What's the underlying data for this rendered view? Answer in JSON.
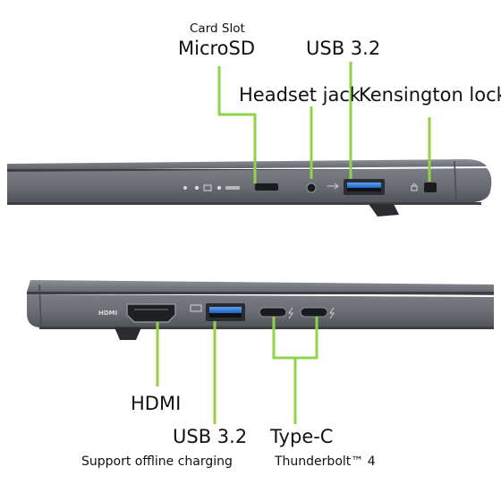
{
  "top_view": {
    "card_slot_caption": "Card Slot",
    "microsd_label": "MicroSD",
    "usb_label": "USB 3.2",
    "headset_label": "Headset jack",
    "kensington_label": "Kensington lock"
  },
  "bottom_view": {
    "hdmi_label": "HDMI",
    "hdmi_port_print": "HDMI",
    "usb_label": "USB 3.2",
    "usb_sublabel": "Support offline charging",
    "typec_label": "Type-C",
    "typec_sublabel": "Thunderbolt™ 4"
  },
  "colors": {
    "callout_line": "#8fd34a",
    "chassis": "#6b6e74",
    "usb_blue": "#2f7fe0"
  }
}
